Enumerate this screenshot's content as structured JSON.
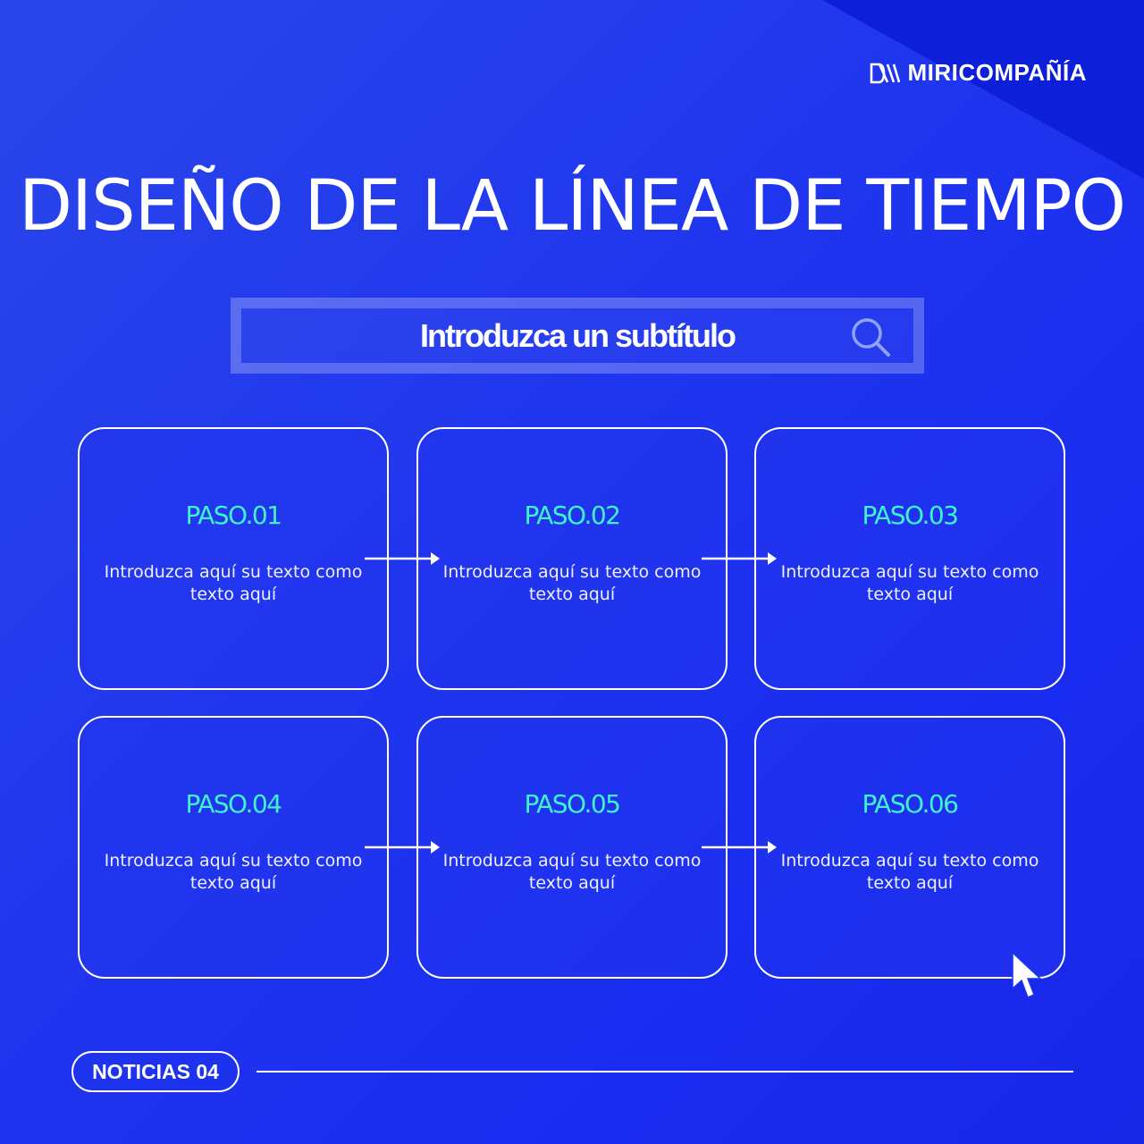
{
  "brand": {
    "name": "MIRICOMPAÑÍA",
    "icon": "brand-logo-icon"
  },
  "title": "DISEÑO DE LA LÍNEA DE TIEMPO",
  "subtitle": {
    "text": "Introduzca un subtítulo",
    "icon": "search-icon"
  },
  "steps": [
    {
      "label": "PASO.01",
      "text": "Introduzca aquí su texto como texto aquí"
    },
    {
      "label": "PASO.02",
      "text": "Introduzca aquí su texto como texto aquí"
    },
    {
      "label": "PASO.03",
      "text": "Introduzca aquí su texto como texto aquí"
    },
    {
      "label": "PASO.04",
      "text": "Introduzca aquí su texto como texto aquí"
    },
    {
      "label": "PASO.05",
      "text": "Introduzca aquí su texto como texto aquí"
    },
    {
      "label": "PASO.06",
      "text": "Introduzca aquí su texto como texto aquí"
    }
  ],
  "footer": {
    "badge": "NOTICIAS 04"
  },
  "colors": {
    "background": "#1f35ee",
    "accent": "#3ff2cf",
    "corner": "#0e1fd9"
  }
}
